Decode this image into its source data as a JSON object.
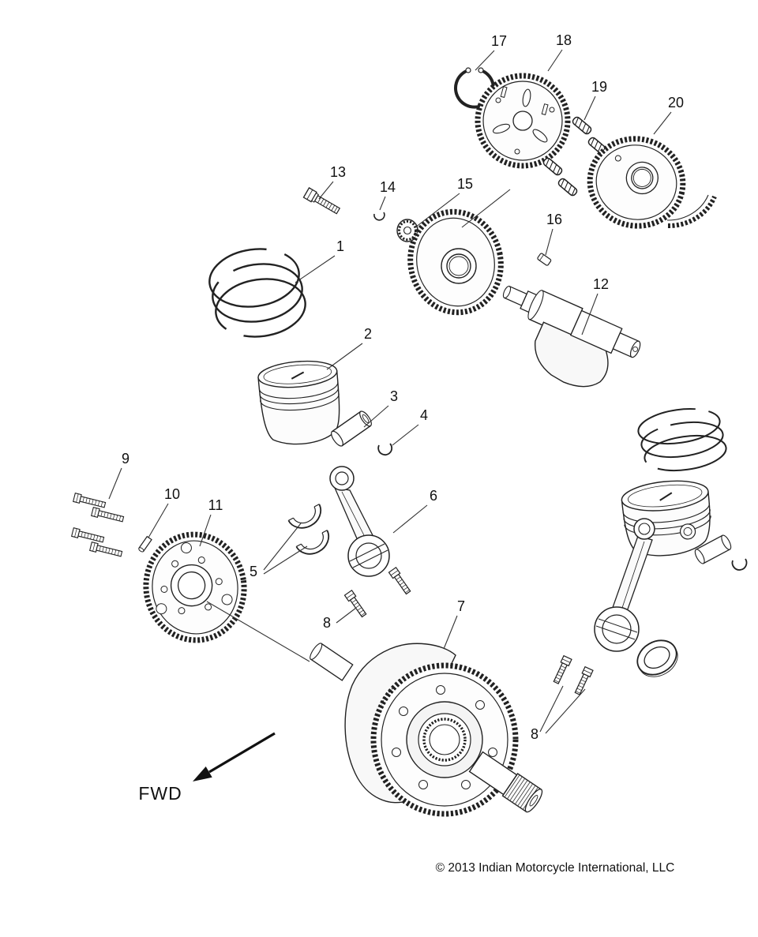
{
  "diagram": {
    "fwd_label": "FWD",
    "copyright": "© 2013 Indian Motorcycle International, LLC",
    "callouts": [
      {
        "label": "1"
      },
      {
        "label": "2"
      },
      {
        "label": "3"
      },
      {
        "label": "4"
      },
      {
        "label": "5"
      },
      {
        "label": "6"
      },
      {
        "label": "7"
      },
      {
        "label": "8"
      },
      {
        "label": "8"
      },
      {
        "label": "9"
      },
      {
        "label": "10"
      },
      {
        "label": "11"
      },
      {
        "label": "12"
      },
      {
        "label": "13"
      },
      {
        "label": "14"
      },
      {
        "label": "15"
      },
      {
        "label": "16"
      },
      {
        "label": "17"
      },
      {
        "label": "18"
      },
      {
        "label": "19"
      },
      {
        "label": "20"
      }
    ]
  }
}
